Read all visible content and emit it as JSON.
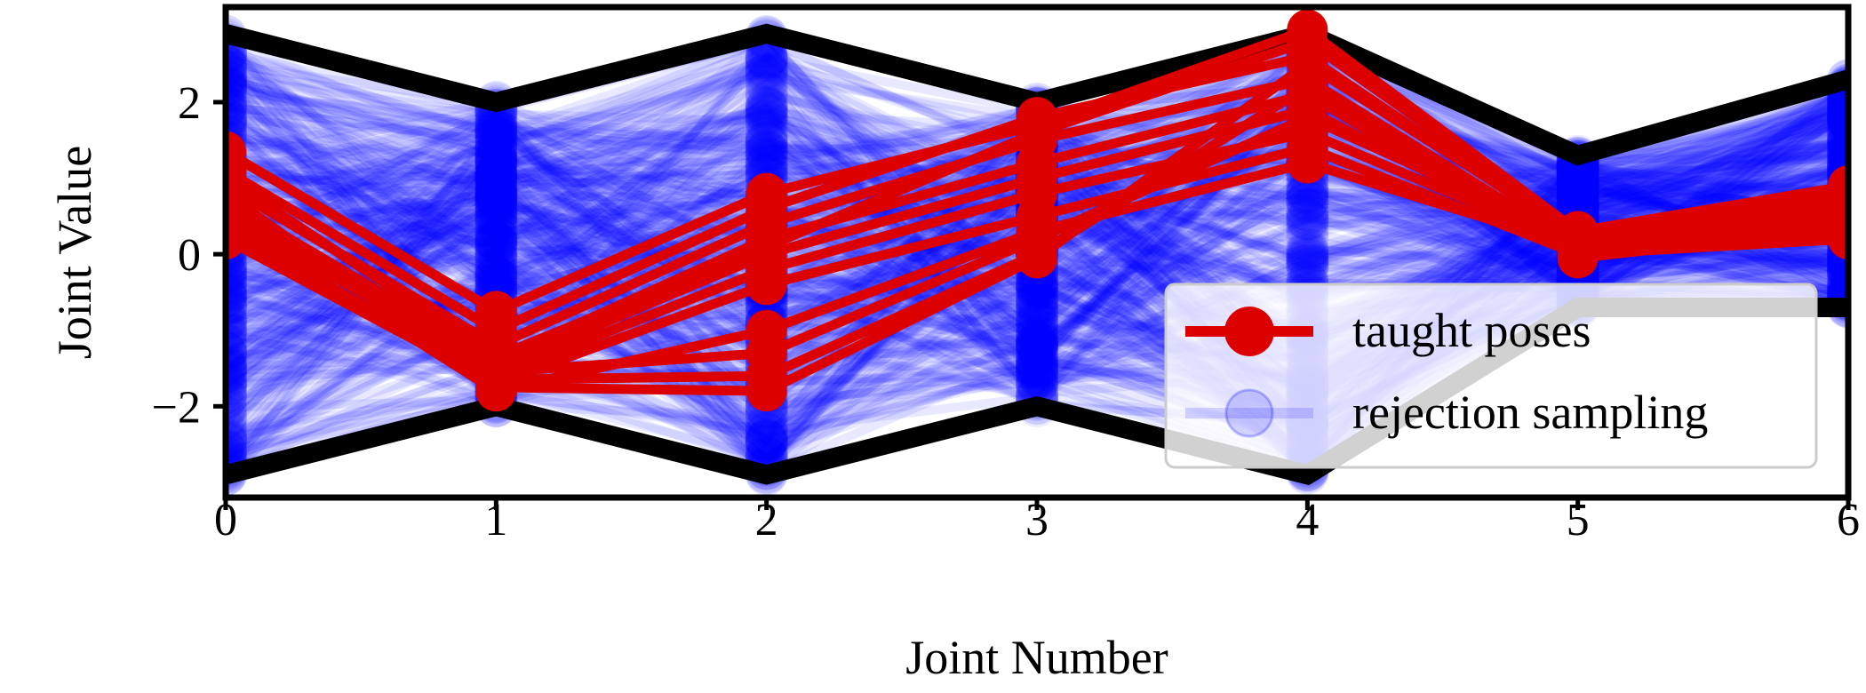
{
  "chart_data": {
    "type": "line",
    "title": "",
    "xlabel": "Joint Number",
    "ylabel": "Joint Value",
    "xlim": [
      0,
      6
    ],
    "ylim": [
      -3.2,
      3.25
    ],
    "x": [
      0,
      1,
      2,
      3,
      4,
      5,
      6
    ],
    "xticks": [
      "0",
      "1",
      "2",
      "3",
      "4",
      "5",
      "6"
    ],
    "yticks": [
      {
        "value": 2,
        "label": "2"
      },
      {
        "value": 0,
        "label": "0"
      },
      {
        "value": -2,
        "label": "−2"
      }
    ],
    "grid": false,
    "legend_position": "bottom-right",
    "joint_limits": {
      "upper": [
        2.9,
        2.0,
        2.9,
        2.0,
        2.9,
        1.3,
        2.3
      ],
      "lower": [
        -2.9,
        -2.0,
        -2.9,
        -2.0,
        -2.9,
        -0.7,
        -0.7
      ]
    },
    "series": [
      {
        "name": "taught poses",
        "color": "#dd0000",
        "lines": [
          [
            1.35,
            -0.75,
            0.8,
            1.7,
            2.95,
            0.3,
            0.9
          ],
          [
            1.1,
            -1.0,
            0.6,
            1.8,
            2.6,
            0.2,
            0.75
          ],
          [
            0.9,
            -1.2,
            0.4,
            1.5,
            2.3,
            0.1,
            0.6
          ],
          [
            0.7,
            -1.4,
            0.2,
            1.2,
            2.1,
            0.0,
            0.5
          ],
          [
            0.5,
            -1.5,
            0.0,
            1.0,
            1.9,
            0.05,
            0.4
          ],
          [
            0.3,
            -1.6,
            -0.2,
            0.8,
            1.6,
            0.1,
            0.3
          ],
          [
            0.2,
            -1.7,
            -0.4,
            0.5,
            1.4,
            0.0,
            0.2
          ],
          [
            0.45,
            -1.8,
            -1.0,
            0.3,
            1.2,
            0.1,
            0.45
          ],
          [
            0.6,
            -1.55,
            -1.3,
            0.2,
            1.8,
            0.2,
            0.5
          ],
          [
            0.25,
            -1.65,
            -1.6,
            0.0,
            2.2,
            -0.05,
            0.35
          ],
          [
            0.8,
            -1.75,
            -1.8,
            -0.05,
            2.5,
            0.25,
            0.65
          ],
          [
            1.0,
            -1.35,
            0.1,
            1.6,
            2.8,
            0.3,
            0.8
          ]
        ]
      },
      {
        "name": "rejection sampling",
        "color": "#0000ff"
      }
    ]
  }
}
